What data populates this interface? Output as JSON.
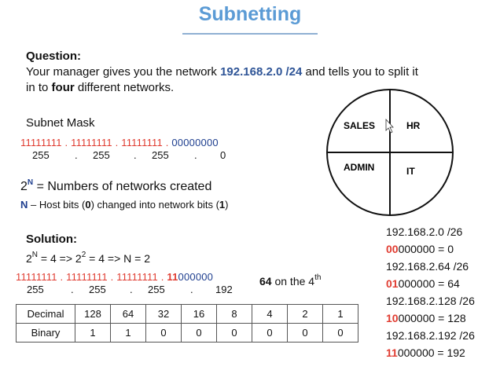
{
  "title": "Subnetting",
  "question": {
    "heading": "Question:",
    "line1_pre": "Your manager gives you the network ",
    "line1_network": "192.168.2.0 /24",
    "line1_post": " and tells you to split it",
    "line2_pre": "in to ",
    "line2_bold": "four",
    "line2_post": " different networks."
  },
  "subnet_mask": {
    "label": "Subnet Mask",
    "bits_ones": "11111111 . 11111111 .  11111111 . ",
    "bits_zeros": "00000000",
    "decimal": [
      "255",
      ".",
      "255",
      ".",
      "255",
      ".",
      "0"
    ]
  },
  "formula": {
    "base": "2",
    "exp": "N",
    "text": " = Numbers of networks created",
    "n_label": "N",
    "n_pre": " – Host bits (",
    "n_zero": "0",
    "n_mid": ") changed into network bits (",
    "n_one": "1",
    "n_post": ")"
  },
  "solution": {
    "heading": "Solution:",
    "eq_a_base": "2",
    "eq_a_exp": "N",
    "eq_a_text": " = 4  =>  2",
    "eq_b_exp": "2",
    "eq_b_text": " = 4  =>  N = 2",
    "bits_ones": "11111111 . 11111111 .  11111111 . ",
    "bits_red": "11",
    "bits_rest": "000000",
    "decimal": [
      "255",
      ".",
      "255",
      ".",
      "255",
      ".",
      "192"
    ],
    "note_value": "64",
    "note_text": " on the 4",
    "note_sup": "th"
  },
  "table": {
    "row_labels": [
      "Decimal",
      "Binary"
    ],
    "decimal": [
      "128",
      "64",
      "32",
      "16",
      "8",
      "4",
      "2",
      "1"
    ],
    "binary": [
      "1",
      "1",
      "0",
      "0",
      "0",
      "0",
      "0",
      "0"
    ]
  },
  "diagram": {
    "quadrants": [
      "SALES",
      "HR",
      "ADMIN",
      "IT"
    ]
  },
  "results": [
    {
      "network": "192.168.2.0 /26",
      "bits_red": "00",
      "bits_rest": "000000 = 0"
    },
    {
      "network": "192.168.2.64 /26",
      "bits_red": "01",
      "bits_rest": "000000 = 64"
    },
    {
      "network": "192.168.2.128 /26",
      "bits_red": "10",
      "bits_rest": "000000 = 128"
    },
    {
      "network": "192.168.2.192 /26",
      "bits_red": "11",
      "bits_rest": "000000 = 192"
    }
  ],
  "colors": {
    "title": "#5b9bd5",
    "network_blue": "#2f5597",
    "red_bits": "#e03c31",
    "navy": "#1f3f8f"
  }
}
